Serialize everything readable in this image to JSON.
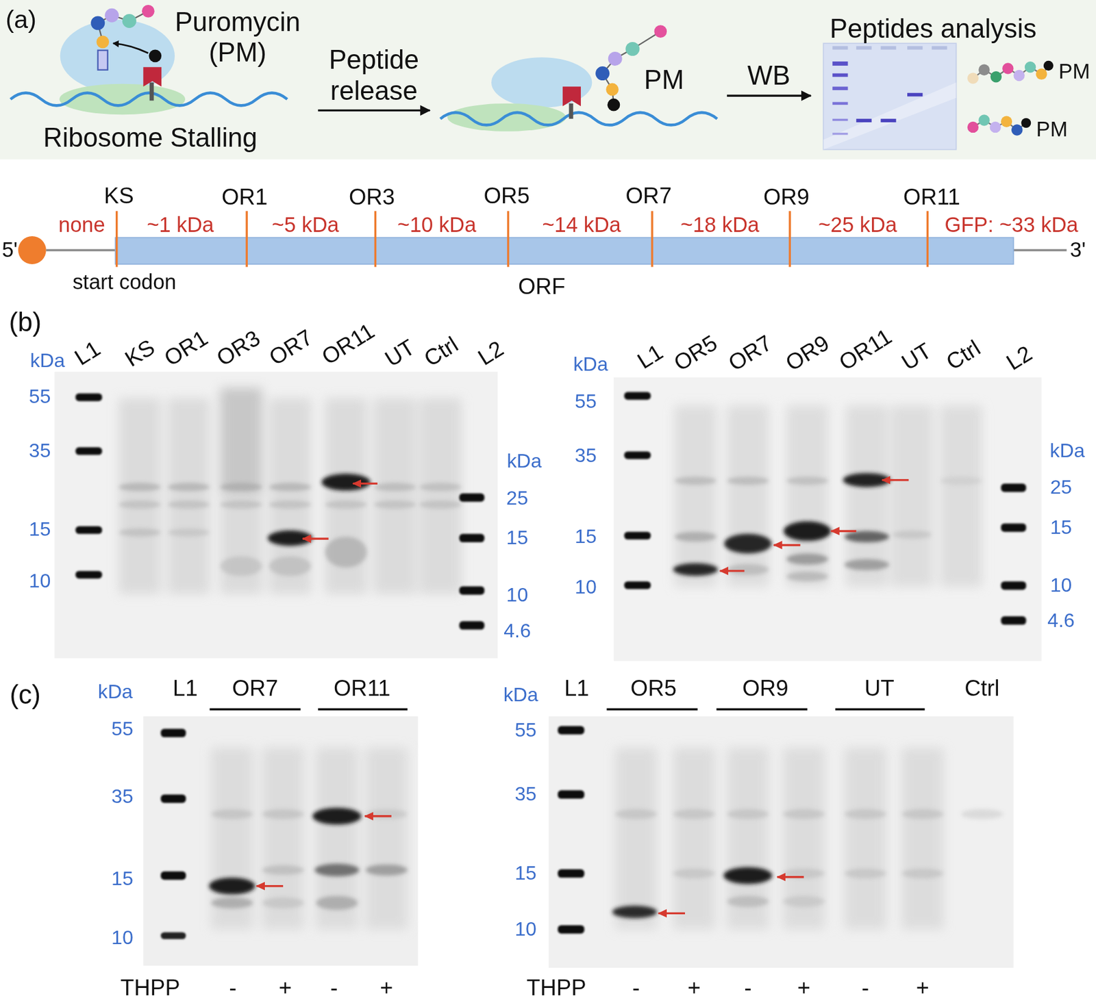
{
  "diagram": {
    "nodes": [
      {
        "text": [
          "(a)"
        ]
      },
      {
        "text": [
          "Puromycin (PM)",
          "Ribosome Stalling"
        ],
        "in": 0
      },
      {
        "text": [
          "PM"
        ],
        "in": 0
      },
      {
        "text": [
          "Peptides analysis",
          "PM",
          "PM"
        ],
        "in": 0
      }
    ],
    "edges": [
      {
        "from": 1,
        "to": 2,
        "arrow": "to",
        "label": "Peptide release"
      },
      {
        "from": 2,
        "to": 3,
        "arrow": "to",
        "label": "WB"
      }
    ],
    "labels": [
      "KS",
      "OR1",
      "OR3",
      "OR5",
      "OR7",
      "OR9",
      "OR11",
      "none",
      "~1 kDa",
      "~5 kDa",
      "~10 kDa",
      "~14 kDa",
      "~18 kDa",
      "~25 kDa",
      "GFP: ~33 kDa",
      "5'",
      "3'",
      "start codon",
      "ORF",
      "(b)",
      "kDa",
      "L1",
      "KS",
      "OR1",
      "OR3",
      "OR7",
      "OR11",
      "UT",
      "Ctrl",
      "L2",
      "55",
      "35",
      "15",
      "10",
      "kDa",
      "25",
      "15",
      "10",
      "4.6",
      "kDa",
      "L1",
      "OR5",
      "OR7",
      "OR9",
      "OR11",
      "UT",
      "Ctrl",
      "L2",
      "55",
      "35",
      "15",
      "10",
      "kDa",
      "25",
      "15",
      "10",
      "4.6",
      "(c)",
      "kDa",
      "L1",
      "OR7",
      "OR11",
      "55",
      "35",
      "15",
      "10",
      "THPP",
      "-",
      "+",
      "-",
      "+",
      "kDa",
      "L1",
      "OR5",
      "OR9",
      "UT",
      "Ctrl",
      "55",
      "35",
      "15",
      "10",
      "THPP",
      "-",
      "+",
      "-",
      "+",
      "-",
      "+"
    ]
  }
}
